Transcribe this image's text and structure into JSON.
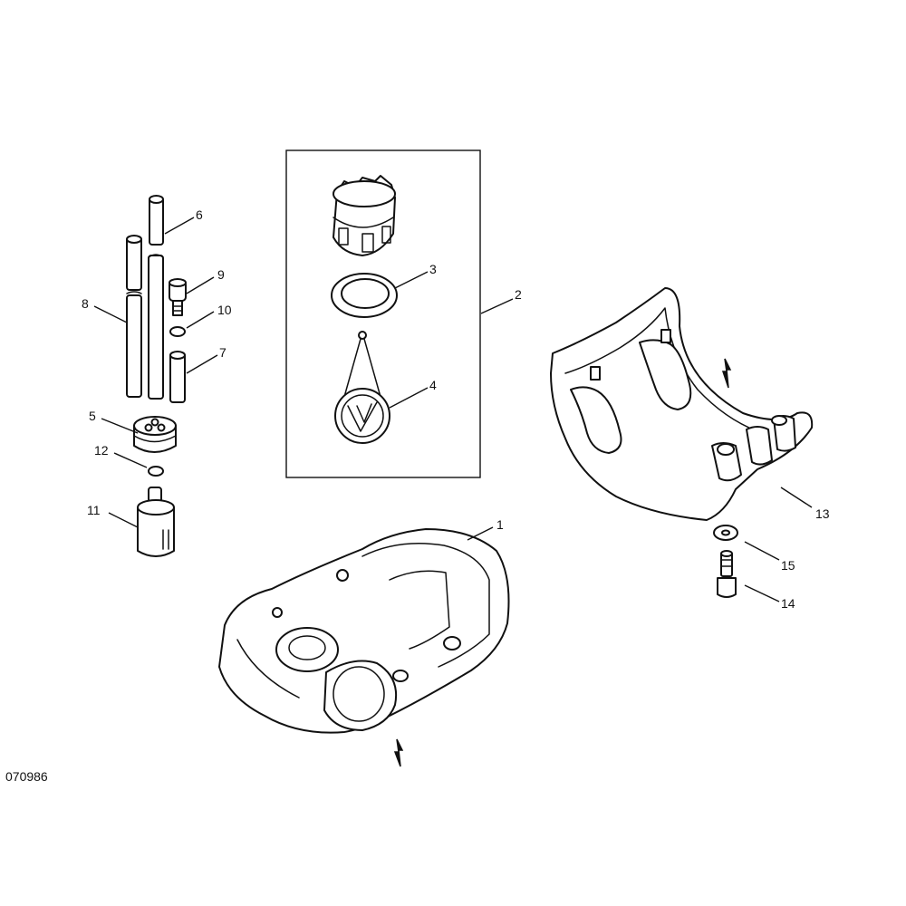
{
  "figure_id": "070986",
  "callouts": {
    "c1": "1",
    "c2": "2",
    "c3": "3",
    "c4": "4",
    "c5": "5",
    "c6": "6",
    "c7": "7",
    "c8": "8",
    "c9": "9",
    "c10": "10",
    "c11": "11",
    "c12": "12",
    "c13": "13",
    "c14": "14",
    "c15": "15"
  },
  "colors": {
    "line": "#111111",
    "background": "#ffffff"
  }
}
